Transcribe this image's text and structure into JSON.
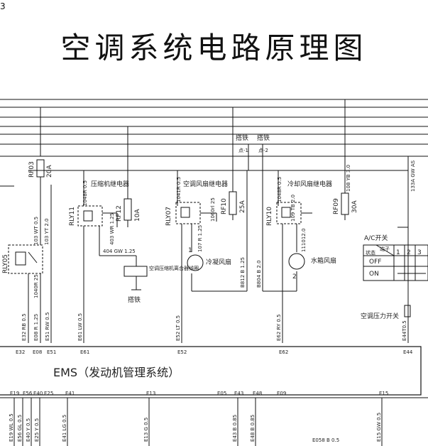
{
  "page_number": "3",
  "title": "空调系统电路原理图",
  "grounds": {
    "a": "搭铁",
    "b": "搭铁",
    "a_pt": "点-1",
    "b_pt": "点-2"
  },
  "fuses": {
    "rf03": {
      "id": "RF03",
      "rating": "20A"
    },
    "rf12": {
      "id": "RF12",
      "rating": "10A"
    },
    "rf10": {
      "id": "RF10",
      "rating": "25A"
    },
    "rf09": {
      "id": "RF09",
      "rating": "30A"
    }
  },
  "relays": {
    "rly05": {
      "id": "RLY05"
    },
    "rly11": {
      "id": "RLY11",
      "name": "压缩机继电器"
    },
    "rly07": {
      "id": "RLY07",
      "name": "空调风扇继电器"
    },
    "rly10": {
      "id": "RLY10",
      "name": "冷却风扇继电器"
    }
  },
  "components": {
    "compressor_clutch": "空调压缩机离合器线圈",
    "cond_fan": "冷凝风扇",
    "rad_fan": "水箱风扇",
    "ac_switch": "A/C开关",
    "pressure_switch": "空调压力开关",
    "ground_label": "搭铁",
    "fan1_num": "1",
    "fan2_num": "2"
  },
  "ac_switch_table": {
    "header_state": "状态",
    "header_term": "端子",
    "off": "OFF",
    "on": "ON",
    "cols": [
      "1",
      "2",
      "3"
    ]
  },
  "ems_label": "EMS（发动机管理系统）",
  "wires": {
    "w_rly05a": "103 WT 0.5",
    "w_rly05b": "103 YT 2.0",
    "w_rly05c": "1040R 25",
    "w_rly11a": "1048R 0.5",
    "w_rly11b": "403 WR 1.25",
    "w_rly11c": "404 GW 1.25",
    "w_rly07a": "1041R 0.5",
    "w_rly07b": "1060rl 25",
    "w_rly07c": "107 R 1.25",
    "w_rly10a": "1048R 0.5",
    "w_rly10b": "109 TB 2.0",
    "w_rly10c": "111012.0",
    "w_rf09": "108 YB 3.0",
    "w_133a": "133A GW AS",
    "w_b812": "B812 B 1.25",
    "w_b804": "B804 B 2.0",
    "w_e32": "E32 RB 0.5",
    "w_e08": "E08 R 1.25",
    "w_e51": "E51 RW 0.5",
    "w_e61": "E61 LW 0.5",
    "w_e52": "E52 LT 0.5",
    "w_e62": "E62 RY 0.5",
    "w_e44": "E44T0.5",
    "w_e19": "E19 WL 0.5",
    "w_e56": "E56 GL 0.5",
    "w_e40": "E40 Y 0.5",
    "w_e25": "E25 Y 0.5",
    "w_e41": "E41 LG 0.5",
    "w_e13": "E13 G 0.5",
    "w_e43": "E43 B 0.85",
    "w_e48": "E48 B 0.85",
    "w_e15": "E15 GW 0.5",
    "w_e058": "E058 B 0.5"
  },
  "pins_top": [
    "E32",
    "E08",
    "E51",
    "E61",
    "E52",
    "E62",
    "E44"
  ],
  "pins_bottom": [
    "E19",
    "E56",
    "E40",
    "E25",
    "E41",
    "E13",
    "E05",
    "E43",
    "E48",
    "E09",
    "E15"
  ]
}
